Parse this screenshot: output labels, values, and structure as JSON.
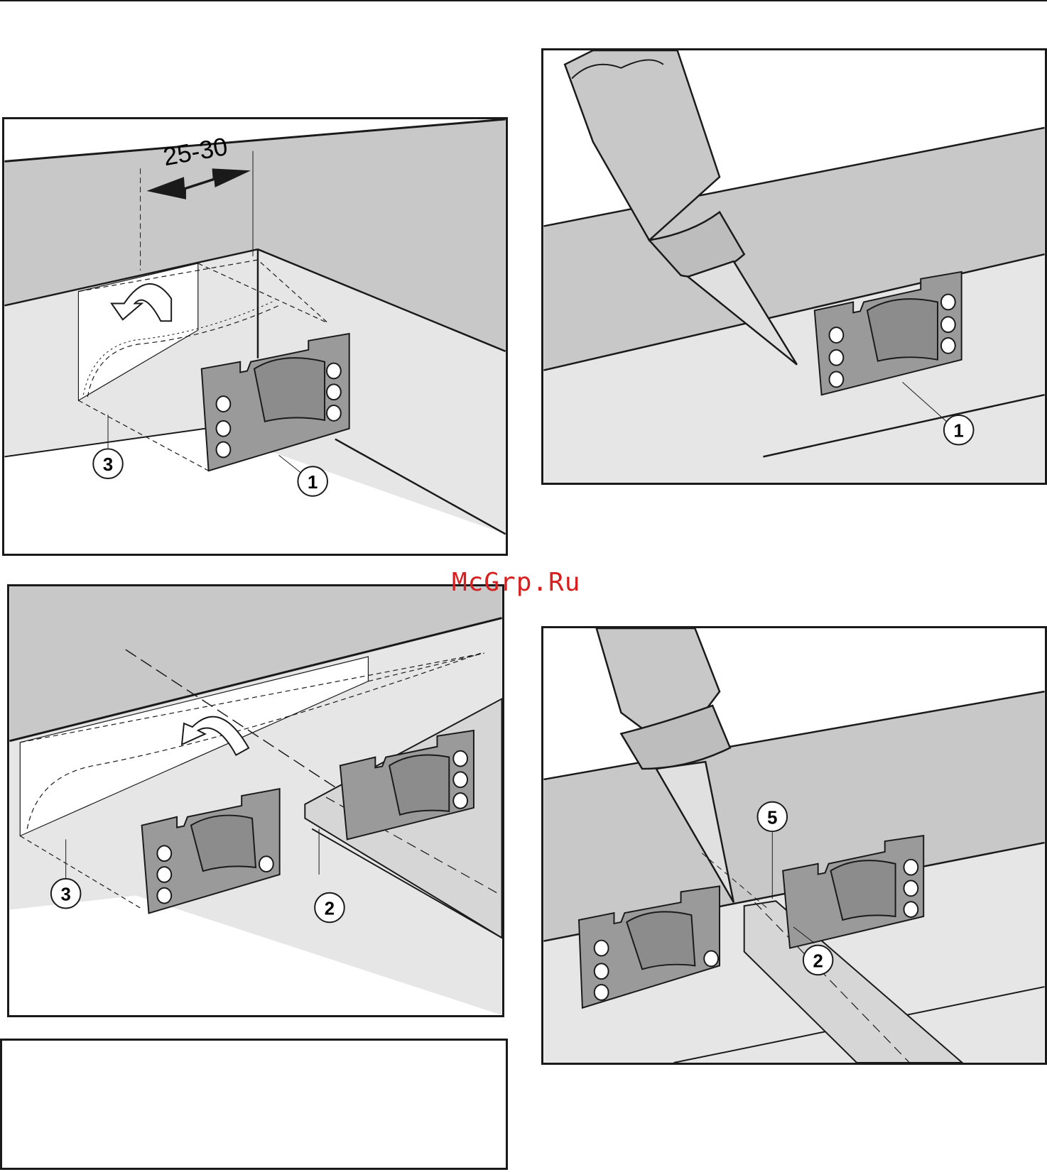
{
  "watermark": "McGrp.Ru",
  "figure1": {
    "dimension": "25-30",
    "callouts": [
      "3",
      "1"
    ]
  },
  "figure2": {
    "callouts": [
      "1"
    ]
  },
  "figure3": {
    "callouts": [
      "3",
      "2"
    ]
  },
  "figure4": {
    "callouts": [
      "5",
      "2"
    ]
  },
  "colors": {
    "wall": "#c8c8c8",
    "floor": "#e6e6e6",
    "bracket": "#9a9a9a",
    "outline": "#1a1a1a",
    "watermark": "#d81e1e"
  }
}
